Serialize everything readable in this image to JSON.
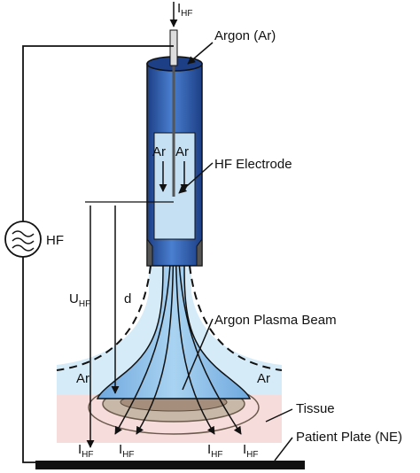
{
  "diagram": {
    "labels": {
      "current_in_main": "I",
      "current_in_sub": "HF",
      "argon": "Argon (Ar)",
      "hf_electrode": "HF Electrode",
      "hf_source": "HF",
      "voltage_main": "U",
      "voltage_sub": "HF",
      "distance": "d",
      "ar_left_top": "Ar",
      "ar_right_top": "Ar",
      "ar_left_bottom": "Ar",
      "ar_right_bottom": "Ar",
      "plasma_beam": "Argon Plasma Beam",
      "tissue": "Tissue",
      "patient_plate": "Patient Plate (NE)",
      "i_hf_main": "I",
      "i_hf_sub": "HF"
    },
    "colors": {
      "applicator_blue": "#2f5fb0",
      "plasma_blue": "#8fc3ea",
      "glow_light": "#d6ebf8",
      "tissue_pink": "#f7dcdc",
      "coag_zone": "#c8b8a8",
      "plate": "#111111"
    }
  }
}
